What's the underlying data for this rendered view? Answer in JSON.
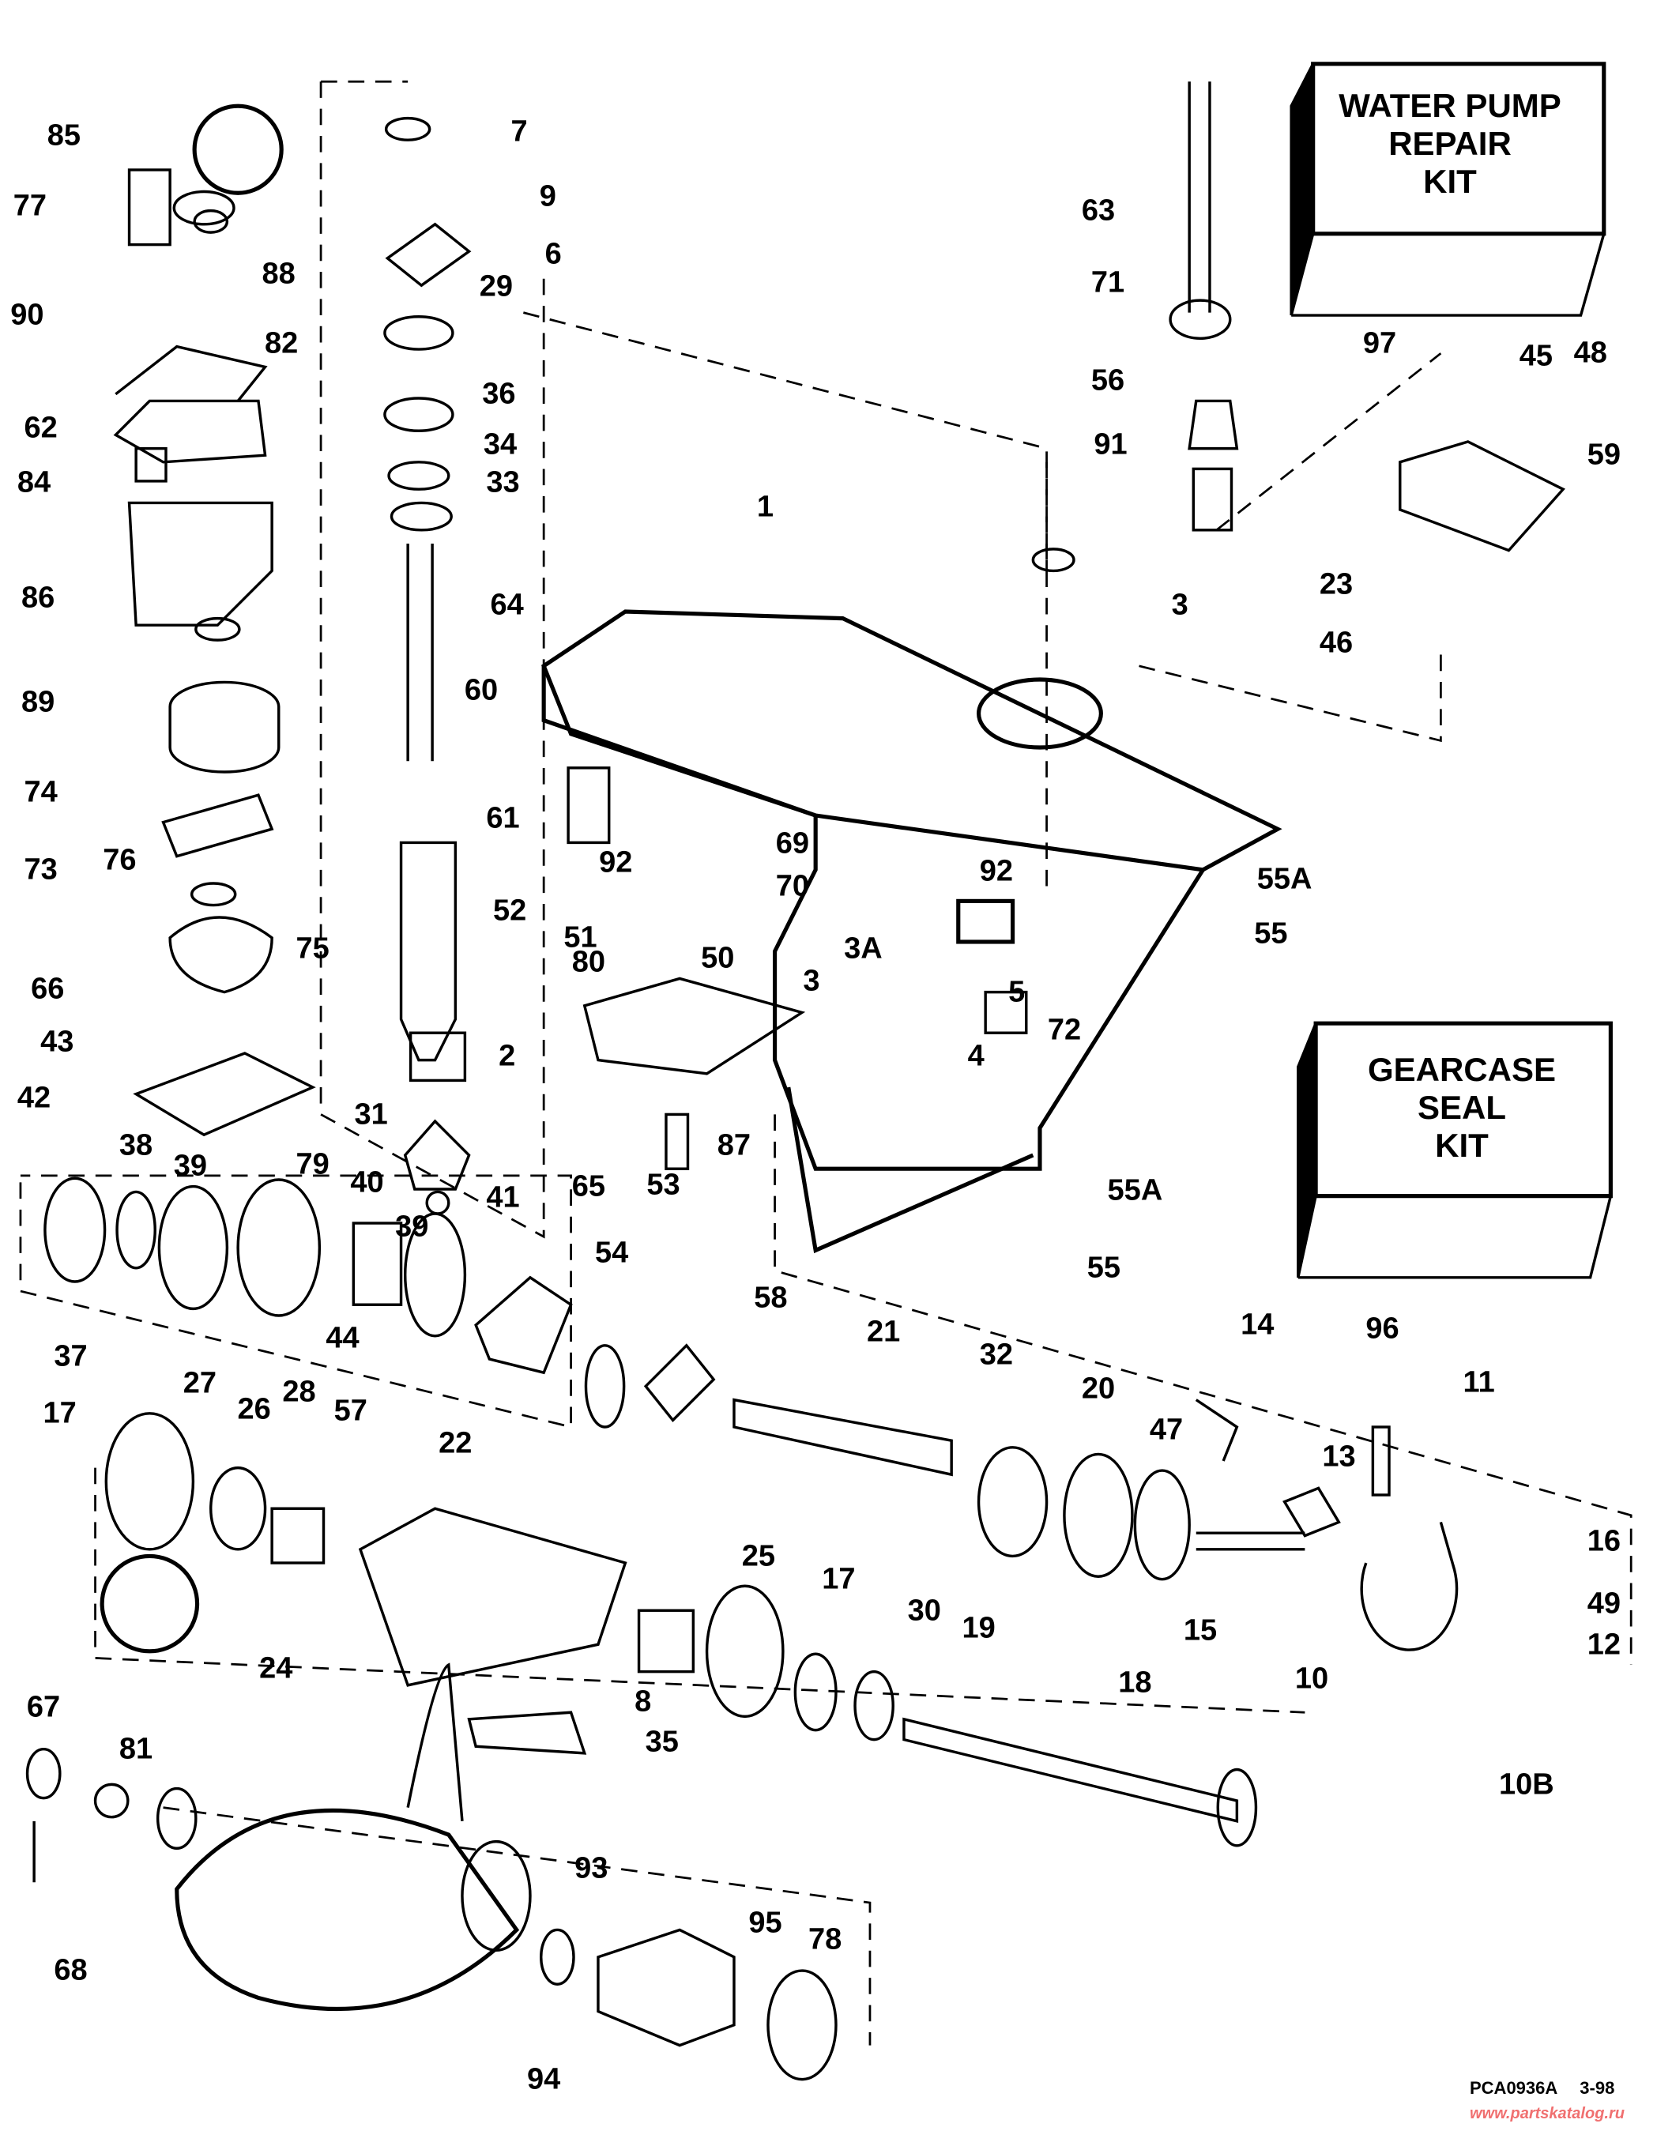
{
  "kits": {
    "water_pump": [
      "WATER PUMP",
      "REPAIR",
      "KIT"
    ],
    "gearcase_seal": [
      "GEARCASE",
      "SEAL",
      "KIT"
    ]
  },
  "callouts": [
    "85",
    "77",
    "90",
    "62",
    "84",
    "86",
    "89",
    "74",
    "73",
    "76",
    "66",
    "43",
    "42",
    "38",
    "39",
    "37",
    "17",
    "27",
    "26",
    "28",
    "57",
    "22",
    "24",
    "67",
    "81",
    "68",
    "93",
    "94",
    "95",
    "78",
    "7",
    "9",
    "6",
    "29",
    "36",
    "34",
    "33",
    "64",
    "60",
    "61",
    "52",
    "2",
    "31",
    "41",
    "40",
    "39",
    "44",
    "88",
    "82",
    "75",
    "79",
    "1",
    "3",
    "63",
    "71",
    "56",
    "91",
    "97",
    "45",
    "48",
    "59",
    "23",
    "46",
    "51",
    "92",
    "69",
    "70",
    "80",
    "50",
    "3A",
    "3",
    "5",
    "4",
    "72",
    "92",
    "55A",
    "55",
    "87",
    "65",
    "53",
    "54",
    "58",
    "21",
    "32",
    "20",
    "47",
    "14",
    "11",
    "13",
    "16",
    "49",
    "12",
    "15",
    "10",
    "10B",
    "25",
    "17",
    "30",
    "19",
    "18",
    "8",
    "35",
    "55A",
    "55",
    "96"
  ],
  "footer": {
    "diagram_code": "PCA0936A",
    "date": "3-98",
    "watermark": "www.partskatalog.ru"
  },
  "colors": {
    "ink": "#000000",
    "watermark": "#f07070"
  }
}
